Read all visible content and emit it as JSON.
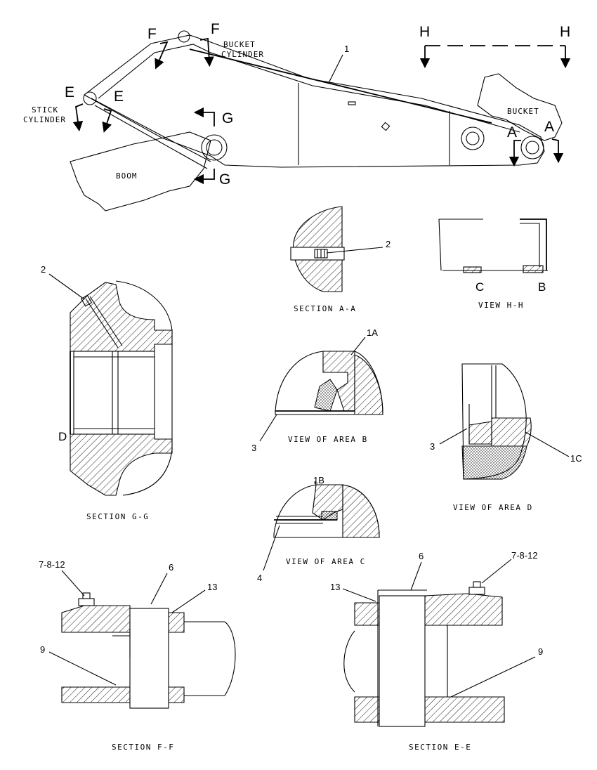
{
  "labels": {
    "part_1": "1",
    "part_1a": "1A",
    "part_1b": "1B",
    "part_1c": "1C",
    "part_2_a": "2",
    "part_2_g": "2",
    "part_3_b": "3",
    "part_3_d": "3",
    "part_4": "4",
    "part_6_f": "6",
    "part_6_e": "6",
    "part_9_f": "9",
    "part_9_e": "9",
    "part_13_f": "13",
    "part_13_e": "13",
    "part_7812_f": "7-8-12",
    "part_7812_e": "7-8-12",
    "bucket_cylinder_1": "BUCKET",
    "bucket_cylinder_2": "CYLINDER",
    "stick_cylinder_1": "STICK",
    "stick_cylinder_2": "CYLINDER",
    "bucket": "BUCKET",
    "boom": "BOOM",
    "letter_c": "C",
    "letter_b": "B",
    "letter_d": "D"
  },
  "section_marks": {
    "h_left": "H",
    "h_right": "H",
    "f_left": "F",
    "f_right": "F",
    "e_left": "E",
    "e_right": "E",
    "g_top": "G",
    "g_bottom": "G",
    "a_left": "A",
    "a_right": "A"
  },
  "captions": {
    "section_aa": "SECTION A-A",
    "view_hh": "VIEW H-H",
    "section_gg": "SECTION G-G",
    "view_area_b": "VIEW OF AREA B",
    "view_area_c": "VIEW OF AREA C",
    "view_area_d": "VIEW OF AREA D",
    "section_ff": "SECTION F-F",
    "section_ee": "SECTION E-E"
  }
}
